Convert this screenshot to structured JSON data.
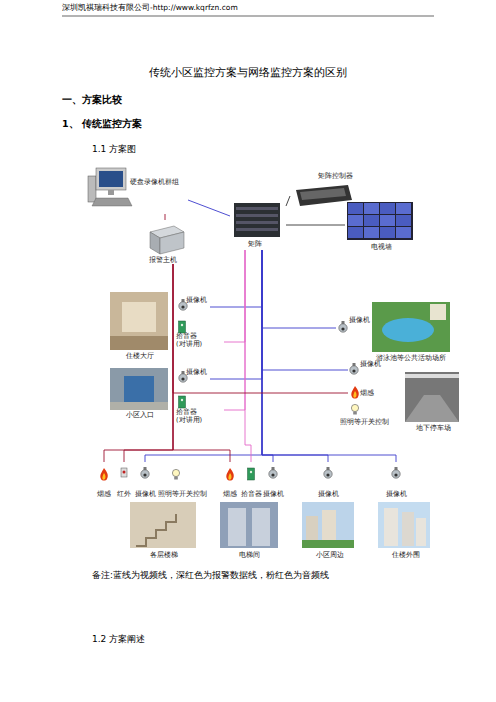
{
  "diagram": {
    "title": "传统小区监控方案与网络监控方案的区别",
    "nodes": [
      {
        "text": [
          "硬盘录像机群组"
        ]
      },
      {
        "text": [
          "矩阵控制器"
        ]
      },
      {
        "text": [
          "矩阵"
        ]
      },
      {
        "text": [
          "电视墙"
        ]
      },
      {
        "text": [
          "报警主机"
        ]
      },
      {
        "text": [
          "住楼大厅"
        ]
      },
      {
        "text": [
          "摄像机"
        ]
      },
      {
        "text": [
          "拾音器 (对讲用)"
        ]
      },
      {
        "text": [
          "小区入口"
        ]
      },
      {
        "text": [
          "摄像机"
        ]
      },
      {
        "text": [
          "拾音器 (对讲用)"
        ]
      },
      {
        "text": [
          "摄像机"
        ]
      },
      {
        "text": [
          "游泳池等公共活动场所"
        ]
      },
      {
        "text": [
          "摄像机"
        ]
      },
      {
        "text": [
          "烟感"
        ]
      },
      {
        "text": [
          "照明等开关控制"
        ]
      },
      {
        "text": [
          "地下停车场"
        ]
      },
      {
        "text": [
          "烟感"
        ]
      },
      {
        "text": [
          "红外"
        ]
      },
      {
        "text": [
          "摄像机"
        ]
      },
      {
        "text": [
          "照明等开关控制"
        ]
      },
      {
        "text": [
          "各层楼梯"
        ]
      },
      {
        "text": [
          "烟感"
        ]
      },
      {
        "text": [
          "拾音器"
        ]
      },
      {
        "text": [
          "摄像机"
        ]
      },
      {
        "text": [
          "电梯间"
        ]
      },
      {
        "text": [
          "摄像机"
        ]
      },
      {
        "text": [
          "小区周边"
        ]
      },
      {
        "text": [
          "摄像机"
        ]
      },
      {
        "text": [
          "住楼外围"
        ]
      }
    ],
    "edges": [
      {
        "from": 0,
        "to": 2,
        "arrow": "none"
      },
      {
        "from": 0,
        "to": 4,
        "arrow": "none"
      },
      {
        "from": 1,
        "to": 2,
        "arrow": "none"
      },
      {
        "from": 2,
        "to": 3,
        "arrow": "none"
      },
      {
        "from": 2,
        "to": 6,
        "arrow": "none"
      },
      {
        "from": 2,
        "to": 9,
        "arrow": "none"
      },
      {
        "from": 2,
        "to": 11,
        "arrow": "none"
      },
      {
        "from": 2,
        "to": 13,
        "arrow": "none"
      },
      {
        "from": 2,
        "to": 19,
        "arrow": "none"
      },
      {
        "from": 2,
        "to": 24,
        "arrow": "none"
      },
      {
        "from": 2,
        "to": 26,
        "arrow": "none"
      },
      {
        "from": 2,
        "to": 28,
        "arrow": "none"
      },
      {
        "from": 2,
        "to": 7,
        "arrow": "none"
      },
      {
        "from": 2,
        "to": 10,
        "arrow": "none"
      },
      {
        "from": 2,
        "to": 23,
        "arrow": "none"
      },
      {
        "from": 4,
        "to": 14,
        "arrow": "none"
      },
      {
        "from": 4,
        "to": 17,
        "arrow": "none"
      },
      {
        "from": 4,
        "to": 18,
        "arrow": "none"
      },
      {
        "from": 4,
        "to": 22,
        "arrow": "none"
      }
    ],
    "labels": [
      "深圳凯祺瑞科技有限公司-http://www.kqrfzn.com",
      "一、方案比较",
      "1、 传统监控方案",
      "1.1 方案图",
      "备注:蓝线为视频线，深红色为报警数据线，粉红色为音频线",
      "1.2 方案阐述"
    ]
  }
}
